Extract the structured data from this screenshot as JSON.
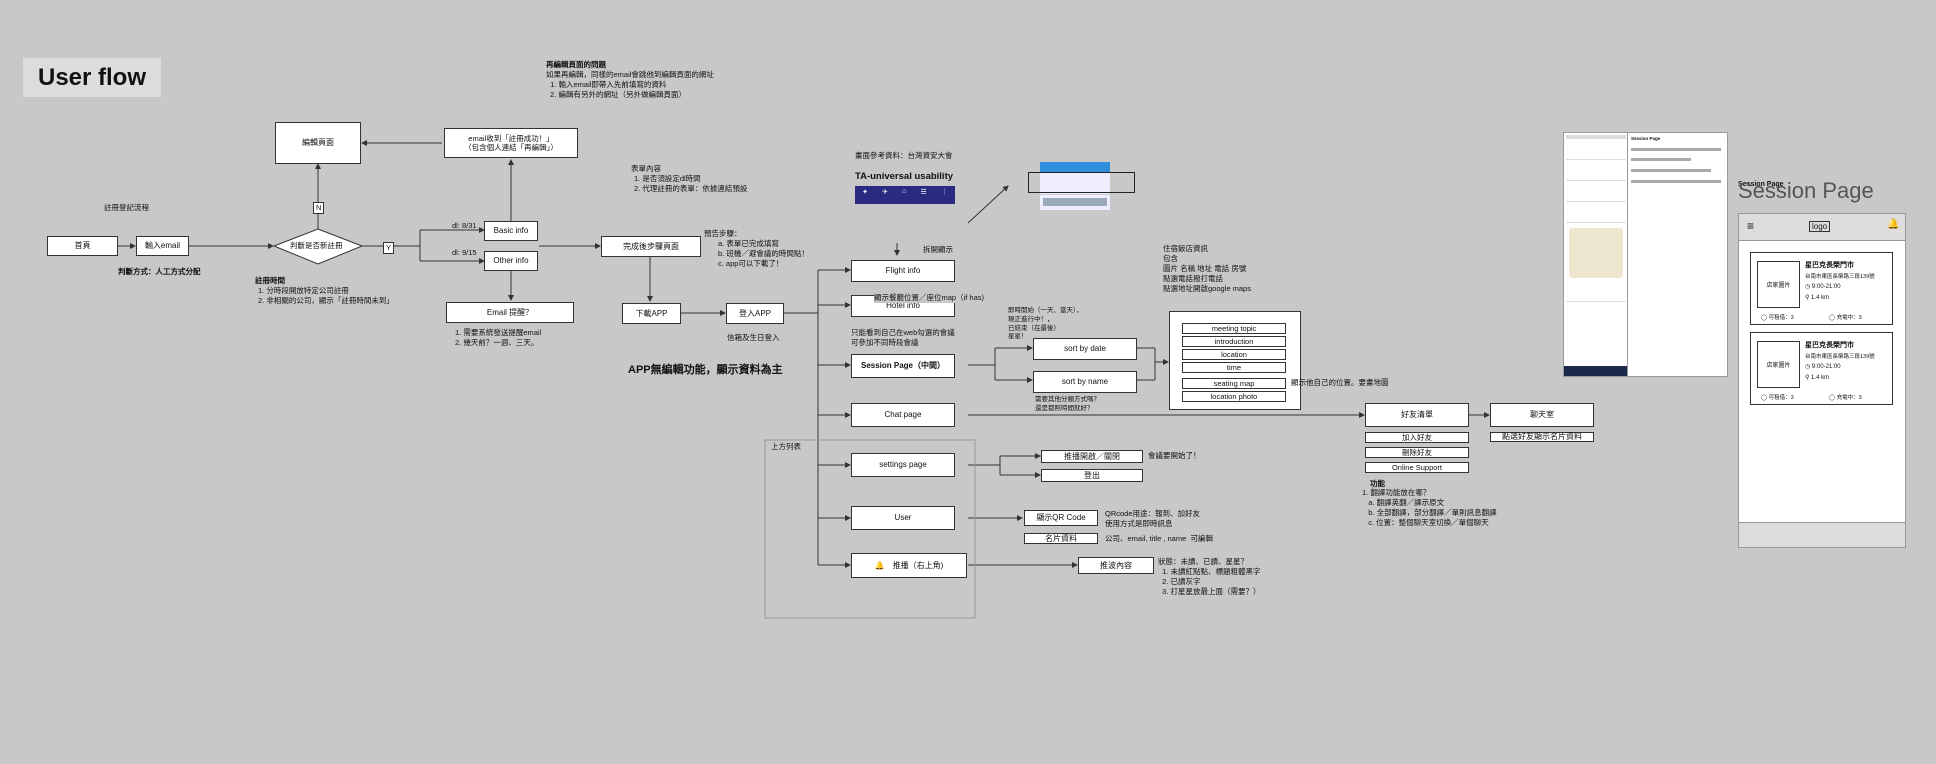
{
  "title": "User flow",
  "register": {
    "label": "註冊登記流程",
    "home": "首頁",
    "input_email": "輸入email",
    "check": "判斷是否新註冊",
    "yes": "Y",
    "no": "N",
    "edit_page": "編輯頁面",
    "judge_note": "判斷方式：人工方式分配",
    "reg_time_title": "註冊時間",
    "reg_time_lines": "1. 分時段開放特定公司註冊\n2. 非相關的公司，顯示「註冊時間未到」",
    "email_success": "email收到「註冊成功！」\n（包含個人連結「再編輯」）",
    "reedit_title": "再編輯頁面的問題",
    "reedit_lines": "如果再編輯，同樣的email會跳他到編輯頁面的網址\n  1. 輸入email即帶入先前填寫的資料\n  2. 編輯有另外的網址（另外做編輯頁面）",
    "dl1": "dl: 8/31",
    "dl2": "dl: 9/15",
    "basic": "Basic info",
    "other": "Other info",
    "email_reminder": "Email 提醒？",
    "email_reminder_lines": "1. 需要系統發送提醒email\n2. 幾天前？一週、三天。",
    "form_title": "表單內容",
    "form_lines": "1. 是否須設定dl時間\n2. 代理註冊的表單：依據連結預設",
    "complete": "完成後步驟頁面",
    "notice_title": "預告步驟：",
    "notice_lines": "a. 表單已完成填寫\nb. 班機／避會議的時間點！\nc. app可以下載了！",
    "download": "下載APP",
    "login": "登入APP",
    "login_note": "信箱及生日登入",
    "app_note": "APP無編輯功能，顯示資料為主"
  },
  "app": {
    "ref_label": "畫面參考資料：台灣資安大會",
    "ta_label": "TA-universal usability",
    "split_label": "拆開顯示",
    "flight": "Flight info",
    "hotel": "Hotel info",
    "hotel_note": "顯示餐廳位置／座位map（if has)",
    "only_note": "只能看到自己在web勾選的會議\n可參加不同時段會議",
    "session": "Session Page（中間）",
    "sort_date": "sort by date",
    "sort_name": "sort by name",
    "sort_date_note": "即時開始（一天、當天），\n現正進行中！，\n已結束（在最後）\n星星！",
    "sort_name_note": "需要其他分類方式嗎？\n還是都照時間就好？",
    "detail_fields": [
      "meeting topic",
      "introduction",
      "location",
      "time"
    ],
    "detail_fields2": [
      "seating map",
      "location photo"
    ],
    "seat_note": "顯示他自己的位置。要畫地圖",
    "hotel_info_title": "住宿飯店資訊",
    "hotel_info_lines": "包含\n圖片 名稱 地址 電話 房號\n點選電話撥打電話\n點選地址開啟google maps",
    "chat": "Chat page",
    "friends": "好友清單",
    "chatroom": "聊天室",
    "friend_actions": [
      "加入好友",
      "刪除好友",
      "Online Support"
    ],
    "card_note": "點選好友顯示名片資料",
    "func_title": "功能",
    "func_lines": "1. 翻譯功能放在哪？\n   a. 翻譯英翻／譯示原文\n   b. 全部翻譯，部分翻譯／單則訊息翻譯\n   c. 位置：整個聊天室切換／單個聊天",
    "top_list": "上方列表",
    "settings": "settings page",
    "push_toggle": "推播開啟／關閉",
    "logout": "登出",
    "meeting_note": "會議要開始了！",
    "user": "User",
    "qr": "顯示QR Code",
    "qr_note": "QRcode用途：報到、加好友\n使用方式是即時訊息",
    "namecard": "名片資料",
    "namecard_note": "公司、email, title , name  可編輯",
    "push": "推播（右上角)",
    "push_content": "推波內容",
    "push_status_lines": "狀態：未讀、已讀、星星？\n  1. 未讀紅點點、標題粗體黑字\n  2. 已讀灰字\n  3. 打星星放最上面（需要？）"
  },
  "session_mock": {
    "small_label": "Session Page",
    "big_label": "Session Page",
    "logo": "logo",
    "card_img": "店家圖片",
    "card_name": "星巴克長榮門市",
    "card_addr": "台南市東區長榮路三段139號",
    "card_time": "9:00-21:00",
    "card_dist": "1.4 km",
    "card_free": "可租借：3",
    "card_charging": "充電中：3",
    "colors": {
      "bg": "#c8c8c8",
      "accent": "#2a2a80"
    }
  }
}
